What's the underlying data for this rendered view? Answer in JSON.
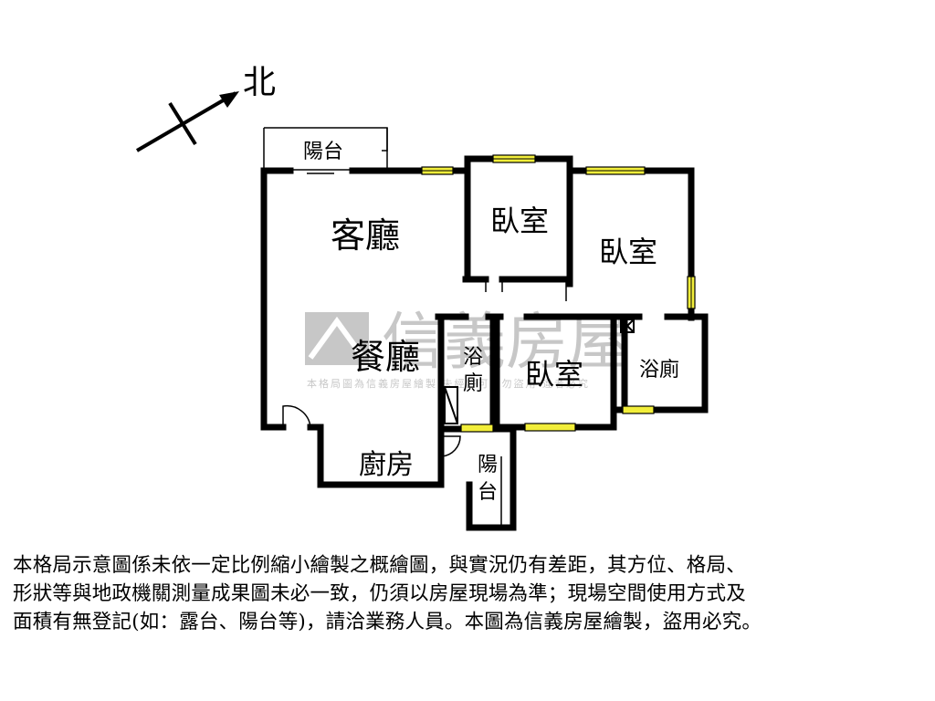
{
  "compass": {
    "north_label": "北"
  },
  "rooms": {
    "balcony_top": "陽台",
    "living_room": "客廳",
    "bedroom_1": "臥室",
    "bedroom_2": "臥室",
    "dining_room": "餐廳",
    "bath_1_line1": "浴",
    "bath_1_line2": "廁",
    "bedroom_3": "臥室",
    "bath_2": "浴廁",
    "kitchen": "廚房",
    "balcony_bottom_line1": "陽",
    "balcony_bottom_line2": "台"
  },
  "watermark": {
    "brand": "信義房屋",
    "notice": "本格局圖為信義房屋繪製 未經許可請勿盜用 違者必究"
  },
  "disclaimer": {
    "line1": "本格局示意圖係未依一定比例縮小繪製之概繪圖，與實況仍有差距，其方位、格局、",
    "line2": "形狀等與地政機關測量成果圖未必一致，仍須以房屋現場為準；現場空間使用方式及",
    "line3": "面積有無登記(如：露台、陽台等)，請洽業務人員。本圖為信義房屋繪製，盜用必究。"
  },
  "colors": {
    "wall": "#000000",
    "window_fill": "#f2ee3a",
    "watermark": "#b8b8b8",
    "background": "#ffffff"
  }
}
